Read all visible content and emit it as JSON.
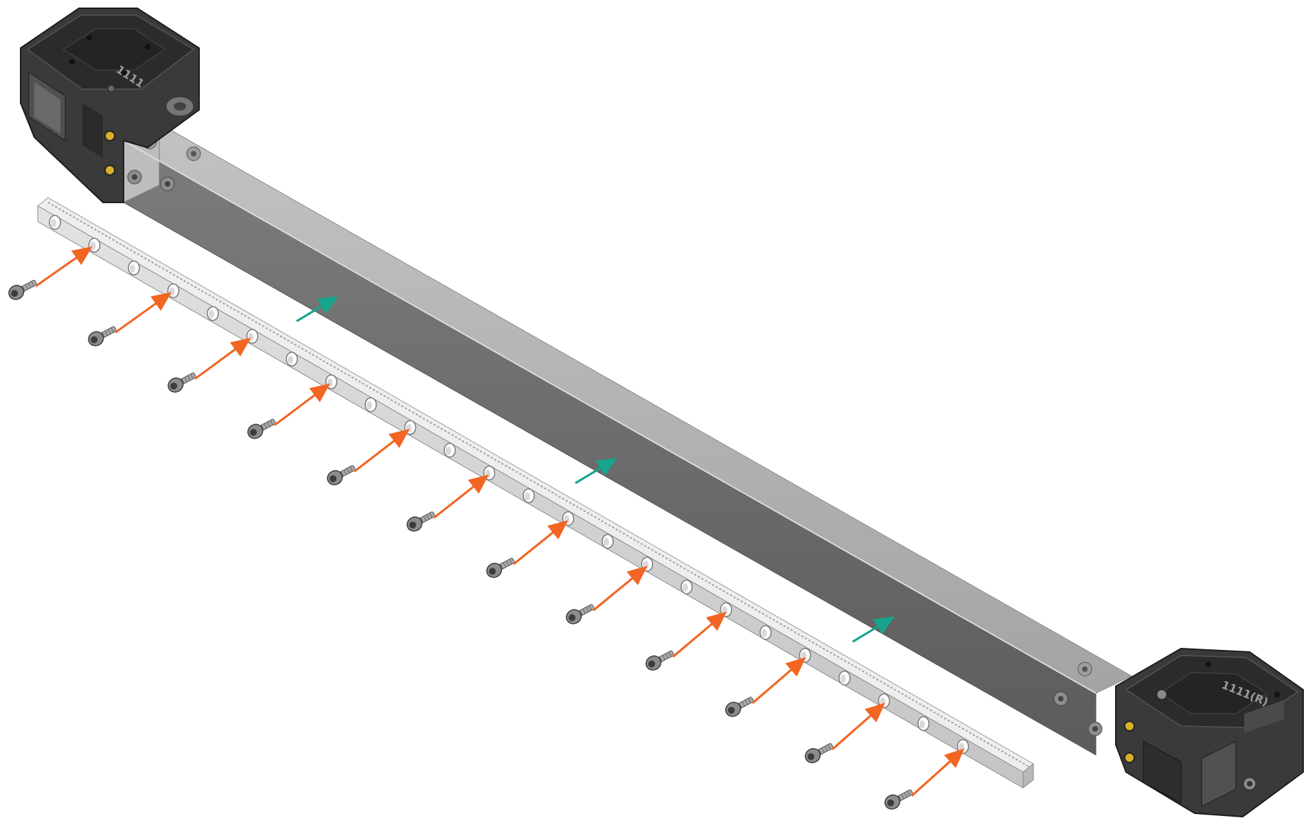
{
  "labels": {
    "left_block_part": "1111",
    "right_block_part": "1111(R)"
  },
  "colors": {
    "background": "#ffffff",
    "screw_arrow": "#f26522",
    "rail_arrow": "#16a58c",
    "block_dark": "#3a3a3a",
    "block_top": "#2b2b2b",
    "extrusion_top": "#b0b0b0",
    "extrusion_side": "#6e6e6e",
    "rail_face": "#d4d4d4",
    "insert_brass": "#d8b02a"
  },
  "icons": {
    "screw": "socket-head-screw-icon",
    "hole": "mounting-hole-icon",
    "arrow": "arrow-icon"
  },
  "counts": {
    "screws": 12,
    "rail_arrows": 3
  }
}
